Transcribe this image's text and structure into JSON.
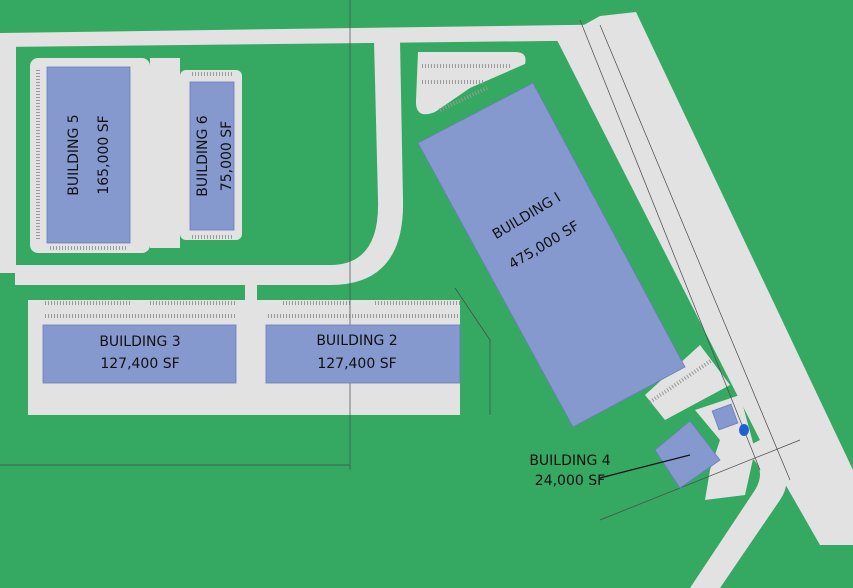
{
  "colors": {
    "grass": "#35a862",
    "pavement": "#e2e2e2",
    "building": "#8699cf",
    "pond": "#1f5fd6"
  },
  "buildings": [
    {
      "id": "building-1",
      "name": "BUILDING I",
      "area": "475,000 SF"
    },
    {
      "id": "building-2",
      "name": "BUILDING 2",
      "area": "127,400 SF"
    },
    {
      "id": "building-3",
      "name": "BUILDING 3",
      "area": "127,400 SF"
    },
    {
      "id": "building-4",
      "name": "BUILDING 4",
      "area": "24,000 SF"
    },
    {
      "id": "building-5",
      "name": "BUILDING 5",
      "area": "165,000 SF"
    },
    {
      "id": "building-6",
      "name": "BUILDING 6",
      "area": "75,000 SF"
    }
  ]
}
